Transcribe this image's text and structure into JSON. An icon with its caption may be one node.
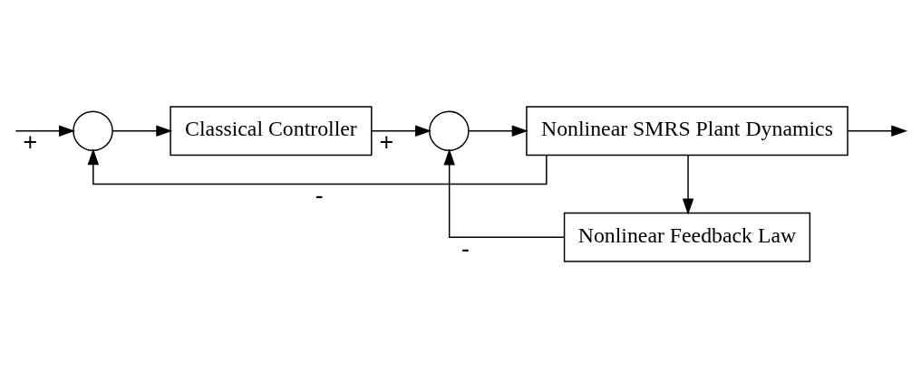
{
  "diagram": {
    "nodes": [
      {
        "text": [],
        "shape": "circle"
      },
      {
        "text": [
          "Classical Controller"
        ]
      },
      {
        "text": [],
        "shape": "circle"
      },
      {
        "text": [
          "Nonlinear SMRS Plant Dynamics"
        ]
      },
      {
        "text": [
          "Nonlinear Feedback Law"
        ]
      }
    ],
    "edges": [
      {
        "from": null,
        "to": 0,
        "arrow": "to",
        "label": "+"
      },
      {
        "from": 0,
        "to": 1,
        "arrow": "to"
      },
      {
        "from": 1,
        "to": 2,
        "arrow": "to",
        "label": "+"
      },
      {
        "from": 2,
        "to": 3,
        "arrow": "to"
      },
      {
        "from": 3,
        "to": null,
        "arrow": "to"
      },
      {
        "from": 3,
        "to": 4,
        "arrow": "to"
      },
      {
        "from": 4,
        "to": 2,
        "arrow": "to",
        "label": "-"
      },
      {
        "from": 3,
        "to": 0,
        "arrow": "to",
        "label": "-"
      }
    ]
  }
}
